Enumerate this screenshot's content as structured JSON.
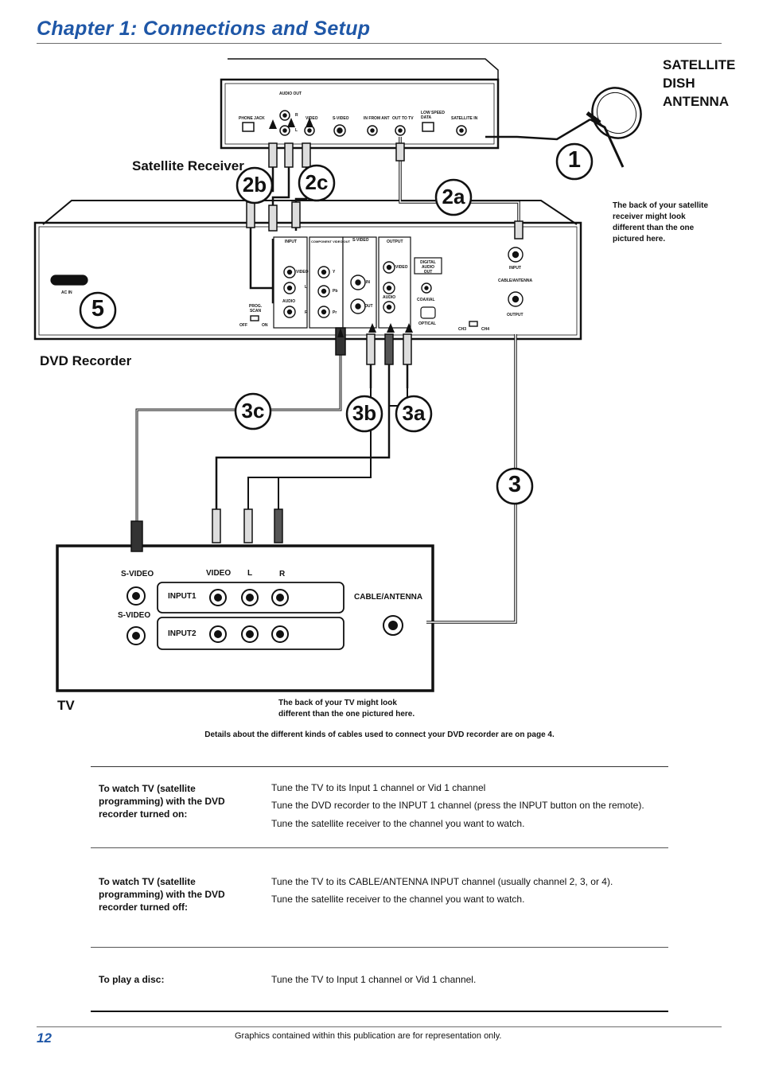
{
  "header": {
    "chapter_title": "Chapter 1: Connections and Setup"
  },
  "diagram": {
    "satellite_label": "Satellite Receiver",
    "dish_label_line1": "SATELLITE",
    "dish_label_line2": "DISH",
    "dish_label_line3": "ANTENNA",
    "dvd_label": "DVD Recorder",
    "tv_label": "TV",
    "sat_note": "The back of your satellite receiver might look different than the one pictured here.",
    "tv_note_line1": "The back of your TV might look",
    "tv_note_line2": "different than the one pictured here.",
    "steps": {
      "s1": "1",
      "s2a": "2a",
      "s2b": "2b",
      "s2c": "2c",
      "s3": "3",
      "s3a": "3a",
      "s3b": "3b",
      "s3c": "3c",
      "s5": "5"
    },
    "sat_jacks": {
      "audio_out": "AUDIO OUT",
      "r": "R",
      "l": "L",
      "phone_jack": "PHONE JACK",
      "video": "VIDEO",
      "s_video": "S-VIDEO",
      "in_from_ant": "IN FROM ANT",
      "out_to_tv": "OUT TO TV",
      "low_speed_data_1": "LOW SPEED",
      "low_speed_data_2": "DATA",
      "satellite_in": "SATELLITE IN"
    },
    "dvd_jacks": {
      "ac_in": "AC IN",
      "input": "INPUT",
      "component_video_out": "COMPONENT VIDEO OUT",
      "s_video": "S-VIDEO",
      "output": "OUTPUT",
      "video": "VIDEO",
      "audio": "AUDIO",
      "l": "L",
      "r": "R",
      "y": "Y",
      "pb": "Pb",
      "pr": "Pr",
      "in": "IN",
      "out": "OUT",
      "digital_audio_out_1": "DIGITAL",
      "digital_audio_out_2": "AUDIO OUT",
      "coaxial": "COAXIAL",
      "optical": "OPTICAL",
      "prog_scan_1": "PROG.",
      "prog_scan_2": "SCAN",
      "off": "OFF",
      "on": "ON",
      "rf_input": "INPUT",
      "cable_antenna": "CABLE/ANTENNA",
      "rf_output": "OUTPUT",
      "ch3": "CH3",
      "ch4": "CH4"
    },
    "tv_jacks": {
      "s_video_1": "S-VIDEO",
      "s_video_2": "S-VIDEO",
      "video": "VIDEO",
      "l": "L",
      "r": "R",
      "input1": "INPUT1",
      "input2": "INPUT2",
      "cable_antenna": "CABLE/ANTENNA"
    }
  },
  "details_note": "Details about the different kinds of cables used to connect your DVD recorder are on page 4.",
  "instructions": [
    {
      "label": "To watch TV (satellite programming) with the DVD recorder turned on:",
      "steps": [
        "Tune the TV to its Input 1 channel or Vid 1 channel",
        "Tune the DVD recorder to the INPUT 1 channel (press the INPUT button on the remote).",
        "Tune the satellite receiver to the channel you want to watch."
      ]
    },
    {
      "label": "To watch TV (satellite programming) with the DVD recorder turned off:",
      "steps": [
        "Tune the TV to its CABLE/ANTENNA INPUT channel (usually channel 2, 3, or 4).",
        "Tune the satellite receiver to the channel you want to watch."
      ]
    },
    {
      "label": "To play a disc:",
      "steps": [
        "Tune the TV to Input 1 channel or Vid 1 channel."
      ]
    }
  ],
  "footer": {
    "page_number": "12",
    "disclaimer": "Graphics contained within this publication are for representation only."
  }
}
